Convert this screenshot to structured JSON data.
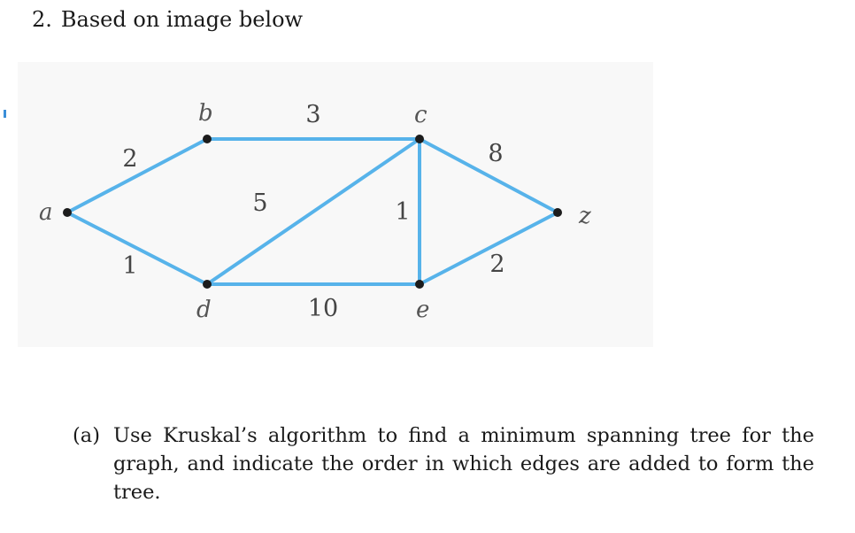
{
  "question": {
    "number": "2.",
    "title": "Based on image below"
  },
  "graph": {
    "edge_color": "#57b3ea",
    "vertex_color": "#1c1c1c",
    "vertices": [
      {
        "id": "a",
        "label": "a"
      },
      {
        "id": "b",
        "label": "b"
      },
      {
        "id": "c",
        "label": "c"
      },
      {
        "id": "d",
        "label": "d"
      },
      {
        "id": "e",
        "label": "e"
      },
      {
        "id": "z",
        "label": "z"
      }
    ],
    "edges": [
      {
        "from": "a",
        "to": "b",
        "weight": "2"
      },
      {
        "from": "a",
        "to": "d",
        "weight": "1"
      },
      {
        "from": "b",
        "to": "c",
        "weight": "3"
      },
      {
        "from": "d",
        "to": "c",
        "weight": "5"
      },
      {
        "from": "c",
        "to": "e",
        "weight": "1"
      },
      {
        "from": "c",
        "to": "z",
        "weight": "8"
      },
      {
        "from": "d",
        "to": "e",
        "weight": "10"
      },
      {
        "from": "e",
        "to": "z",
        "weight": "2"
      }
    ]
  },
  "part_a": {
    "label": "(a)",
    "text": "Use Kruskal’s algorithm to find a minimum spanning tree for the graph, and indicate the order in which edges are added to form the tree."
  }
}
